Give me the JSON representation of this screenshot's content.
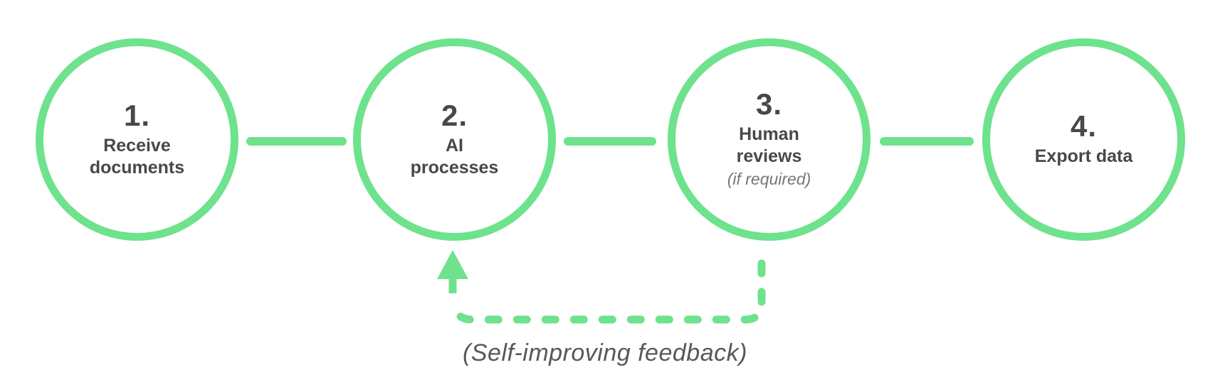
{
  "diagram": {
    "accent_color": "#6ee28d",
    "text_color": "#45484c",
    "muted_color": "#75777b",
    "caption_color": "#55585c",
    "steps": [
      {
        "number": "1.",
        "label": "Receive\ndocuments",
        "note": ""
      },
      {
        "number": "2.",
        "label": "AI\nprocesses",
        "note": ""
      },
      {
        "number": "3.",
        "label": "Human\nreviews",
        "note": "(if required)"
      },
      {
        "number": "4.",
        "label": "Export data",
        "note": ""
      }
    ],
    "feedback_label": "(Self-improving feedback)"
  }
}
